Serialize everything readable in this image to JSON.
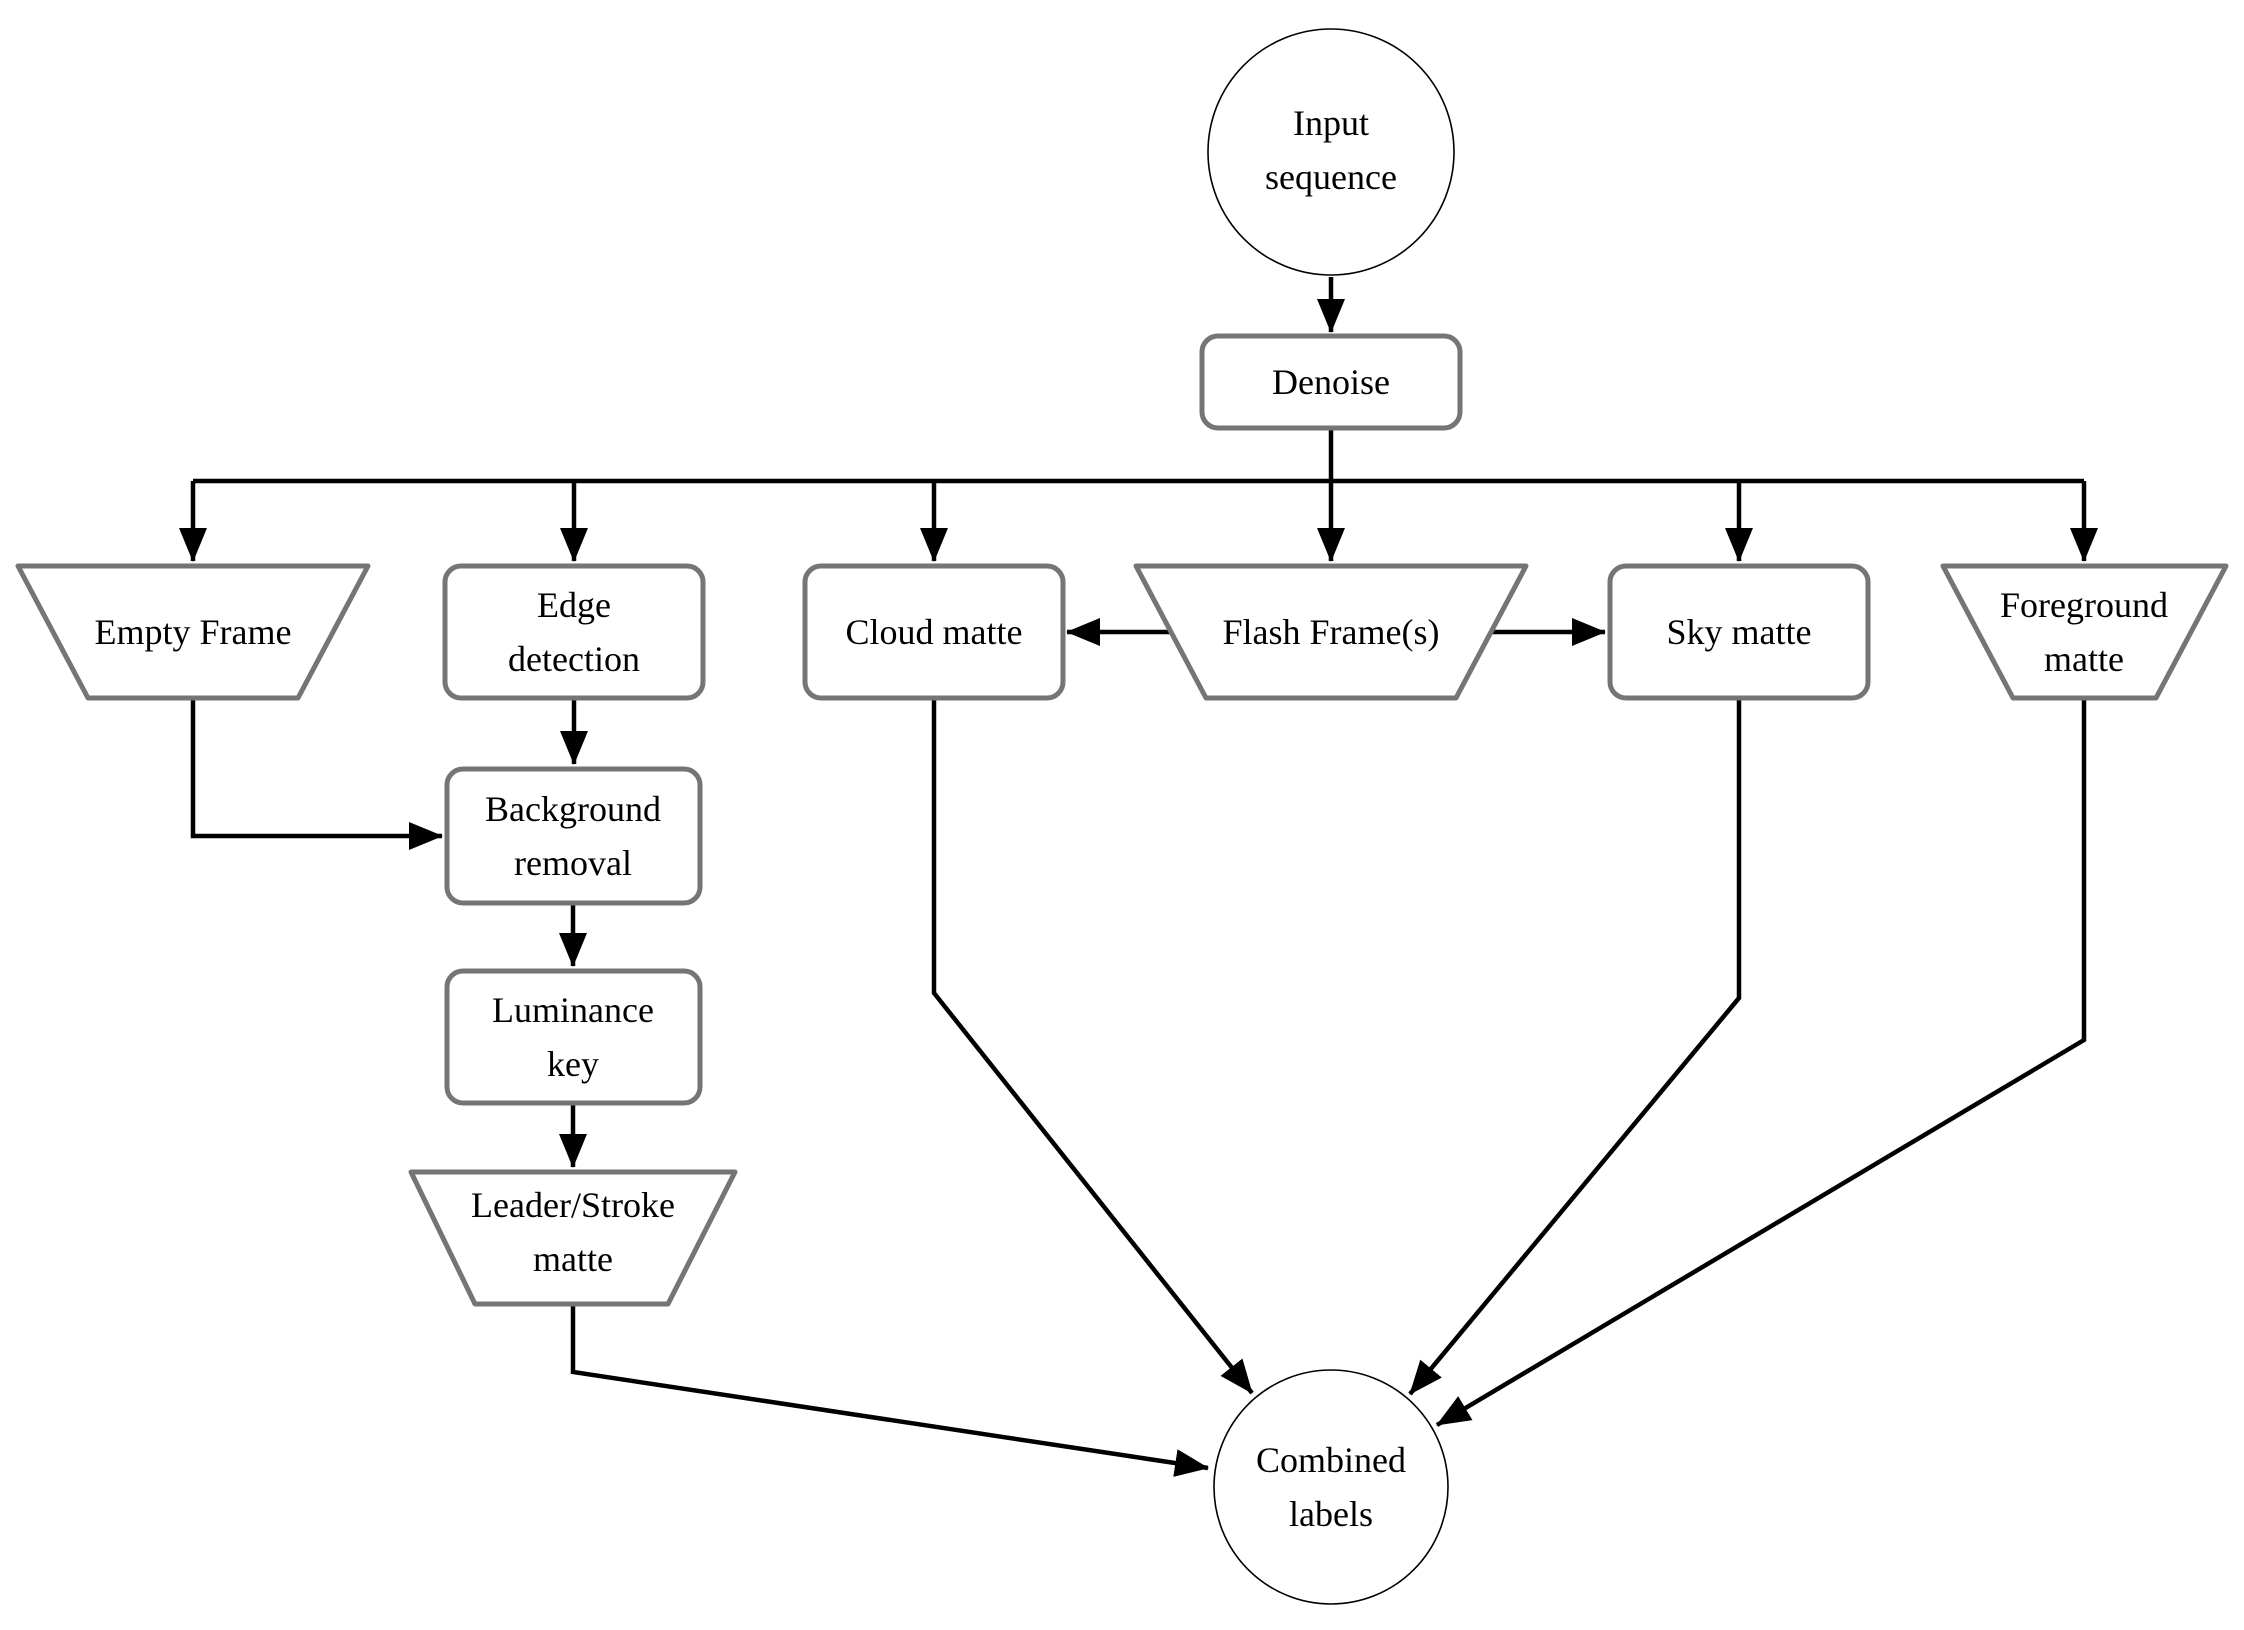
{
  "diagram_type": "flowchart",
  "nodes": {
    "input_sequence": {
      "label": "Input\nsequence",
      "shape": "circle"
    },
    "denoise": {
      "label": "Denoise",
      "shape": "rounded-rect"
    },
    "empty_frame": {
      "label": "Empty Frame",
      "shape": "trapezoid"
    },
    "edge_detection": {
      "label": "Edge\ndetection",
      "shape": "rounded-rect"
    },
    "cloud_matte": {
      "label": "Cloud matte",
      "shape": "rounded-rect"
    },
    "flash_frames": {
      "label": "Flash Frame(s)",
      "shape": "trapezoid"
    },
    "sky_matte": {
      "label": "Sky matte",
      "shape": "rounded-rect"
    },
    "foreground_matte": {
      "label": "Foreground\nmatte",
      "shape": "trapezoid"
    },
    "background_removal": {
      "label": "Background\nremoval",
      "shape": "rounded-rect"
    },
    "luminance_key": {
      "label": "Luminance\nkey",
      "shape": "rounded-rect"
    },
    "leader_stroke_matte": {
      "label": "Leader/Stroke\nmatte",
      "shape": "trapezoid"
    },
    "combined_labels": {
      "label": "Combined\nlabels",
      "shape": "circle"
    }
  },
  "edges": [
    {
      "from": "input_sequence",
      "to": "denoise"
    },
    {
      "from": "denoise",
      "to": "empty_frame"
    },
    {
      "from": "denoise",
      "to": "edge_detection"
    },
    {
      "from": "denoise",
      "to": "cloud_matte"
    },
    {
      "from": "denoise",
      "to": "flash_frames"
    },
    {
      "from": "denoise",
      "to": "sky_matte"
    },
    {
      "from": "denoise",
      "to": "foreground_matte"
    },
    {
      "from": "flash_frames",
      "to": "cloud_matte"
    },
    {
      "from": "flash_frames",
      "to": "sky_matte"
    },
    {
      "from": "empty_frame",
      "to": "background_removal"
    },
    {
      "from": "edge_detection",
      "to": "background_removal"
    },
    {
      "from": "background_removal",
      "to": "luminance_key"
    },
    {
      "from": "luminance_key",
      "to": "leader_stroke_matte"
    },
    {
      "from": "leader_stroke_matte",
      "to": "combined_labels"
    },
    {
      "from": "cloud_matte",
      "to": "combined_labels"
    },
    {
      "from": "sky_matte",
      "to": "combined_labels"
    },
    {
      "from": "foreground_matte",
      "to": "combined_labels"
    }
  ],
  "colors": {
    "node_border": "#757575",
    "edge": "#000000",
    "text": "#000000",
    "background": "#ffffff"
  }
}
